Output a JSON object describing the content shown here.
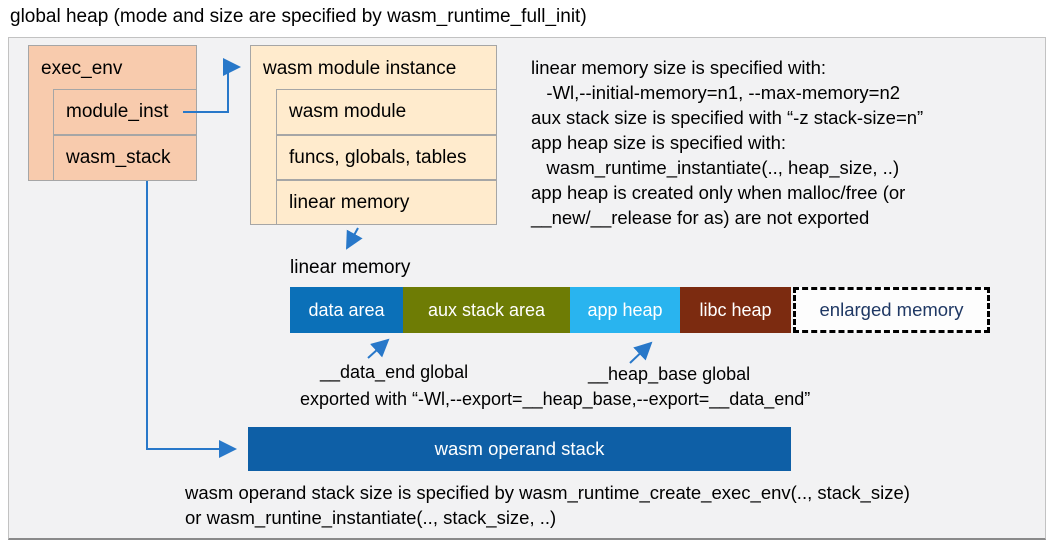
{
  "title": "global heap (mode and size are specified by wasm_runtime_full_init)",
  "exec_env": {
    "header": "exec_env",
    "children": [
      "module_inst",
      "wasm_stack"
    ]
  },
  "module_instance": {
    "header": "wasm module instance",
    "children": [
      "wasm module",
      "funcs, globals, tables",
      "linear memory"
    ]
  },
  "notes_right": {
    "lines": [
      "linear memory size is specified with:",
      "   -Wl,--initial-memory=n1, --max-memory=n2",
      "aux stack size is specified with “-z stack-size=n”",
      "app heap size is specified with:",
      "   wasm_runtime_instantiate(.., heap_size, ..)",
      "app heap is created only when malloc/free (or",
      "__new/__release for as) are not exported"
    ]
  },
  "linear_memory": {
    "label": "linear memory",
    "segments": [
      {
        "label": "data area",
        "color": "#0b70b8"
      },
      {
        "label": "aux stack area",
        "color": "#6e7c05"
      },
      {
        "label": "app heap",
        "color": "#29b4ef"
      },
      {
        "label": "libc heap",
        "color": "#7c2b10"
      }
    ],
    "enlarged_label": "enlarged memory",
    "enlarged_text_color": "#1f3864"
  },
  "annotations": {
    "data_end": "__data_end global",
    "heap_base": "__heap_base global",
    "exported": "exported with “-Wl,--export=__heap_base,--export=__data_end”"
  },
  "operand_stack": {
    "label": "wasm operand stack",
    "color": "#0e5fa6"
  },
  "notes_bottom": {
    "lines": [
      "wasm operand stack size is specified by wasm_runtime_create_exec_env(.., stack_size)",
      "or wasm_runtine_instantiate(.., stack_size, ..)"
    ]
  },
  "connector_color": "#2878c9"
}
